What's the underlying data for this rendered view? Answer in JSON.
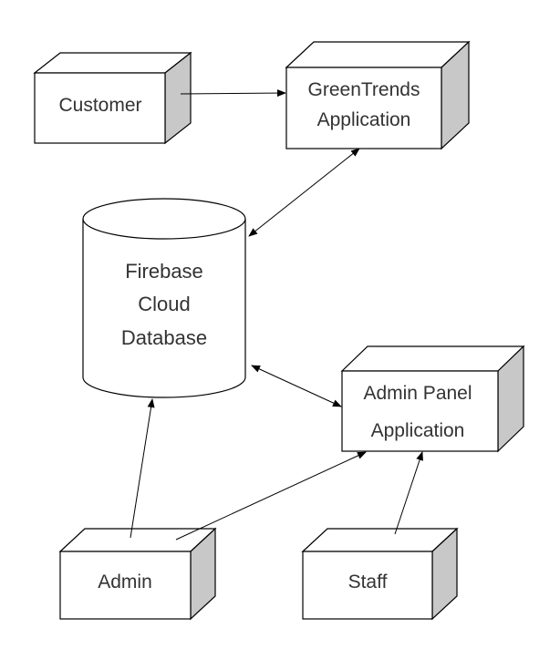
{
  "nodes": {
    "customer": {
      "lines": [
        "Customer"
      ]
    },
    "greentrends": {
      "lines": [
        "GreenTrends",
        "Application"
      ]
    },
    "firebase": {
      "lines": [
        "Firebase",
        "Cloud",
        "Database"
      ]
    },
    "admin_panel": {
      "lines": [
        "Admin Panel",
        "Application"
      ]
    },
    "admin": {
      "lines": [
        "Admin"
      ]
    },
    "staff": {
      "lines": [
        "Staff"
      ]
    }
  },
  "connections": [
    {
      "from": "Customer",
      "to": "GreenTrends Application",
      "direction": "one-way"
    },
    {
      "from": "GreenTrends Application",
      "to": "Firebase Cloud Database",
      "direction": "two-way"
    },
    {
      "from": "Admin Panel Application",
      "to": "Firebase Cloud Database",
      "direction": "two-way"
    },
    {
      "from": "Admin",
      "to": "Firebase Cloud Database",
      "direction": "one-way"
    },
    {
      "from": "Admin",
      "to": "Admin Panel Application",
      "direction": "one-way"
    },
    {
      "from": "Staff",
      "to": "Admin Panel Application",
      "direction": "one-way"
    }
  ],
  "colors": {
    "box_side": "#c8c8c8",
    "stroke": "#000000",
    "text": "#333333"
  }
}
